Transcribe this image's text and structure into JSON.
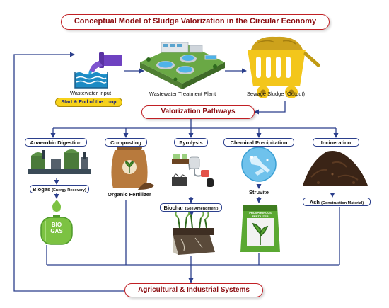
{
  "title": "Conceptual Model of Sludge Valorization in the Circular Economy",
  "top_row": {
    "wastewater_input": "Wastewater Input",
    "loop_badge": "Start & End of the Loop",
    "treatment_plant": "Wastewater Treatment Plant",
    "sewage_sludge": "Sewage Sludge (Output)"
  },
  "pathways_title": "Valorization Pathways",
  "pathways": [
    {
      "name": "Anaerobic Digestion",
      "icon": "biogas-plant-icon"
    },
    {
      "name": "Composting",
      "icon": "fertilizer-sack-icon"
    },
    {
      "name": "Pyrolysis",
      "icon": "pyrolysis-reactor-icon"
    },
    {
      "name": "Chemical Precipitation",
      "icon": "struvite-crystal-icon"
    },
    {
      "name": "Incineration",
      "icon": "ash-pile-icon"
    }
  ],
  "products": {
    "biogas": {
      "main": "Biogas",
      "sub": "(Energy Recovery)"
    },
    "biogas_tank": [
      "BIO",
      "GAS"
    ],
    "organic_fertilizer": "Organic Fertilizer",
    "biochar": {
      "main": "Biochar",
      "sub": "(Soil Amendment)"
    },
    "struvite": "Struvite",
    "struvite_bag": [
      "PHOSPHOROUS",
      "FERTILIZER"
    ],
    "ash": {
      "main": "Ash",
      "sub": "(Construction Material)"
    }
  },
  "bottom_title": "Agricultural & Industrial Systems",
  "colors": {
    "arrow": "#2b3f8c",
    "title_border": "#c11f24",
    "title_text": "#8a0b0f",
    "loop_badge": "#f7d21a",
    "water": "#2a9fd8",
    "pipe": "#6f42c1",
    "gas_green": "#7cc242"
  }
}
